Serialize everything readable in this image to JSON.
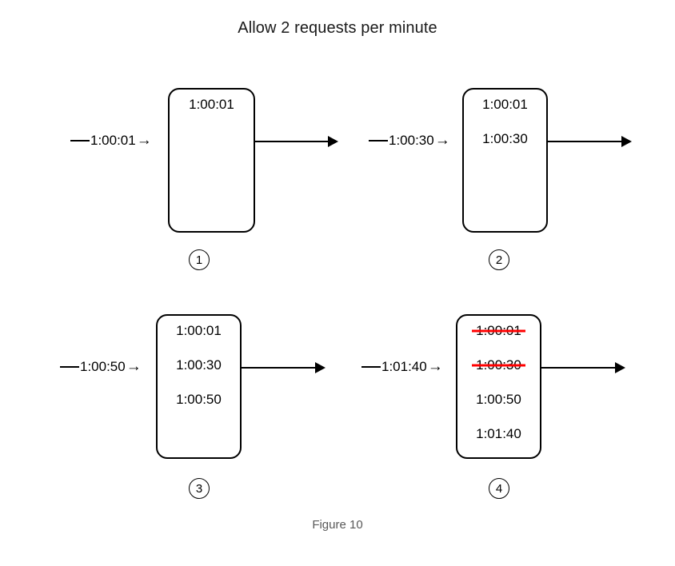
{
  "figure": {
    "title": "Allow 2 requests per minute",
    "caption": "Figure 10",
    "accent_strike_color": "#ff0000",
    "line_color": "#000000",
    "background": "#ffffff"
  },
  "panels": [
    {
      "step": "1",
      "incoming": {
        "dash": "—",
        "label": "1:00:01",
        "tip": "→"
      },
      "entries": [
        {
          "time": "1:00:01",
          "struck": false
        }
      ],
      "outgoing": {
        "label": ""
      }
    },
    {
      "step": "2",
      "incoming": {
        "dash": "—",
        "label": "1:00:30",
        "tip": "→"
      },
      "entries": [
        {
          "time": "1:00:01",
          "struck": false
        },
        {
          "time": "1:00:30",
          "struck": false
        }
      ],
      "outgoing": {
        "label": ""
      }
    },
    {
      "step": "3",
      "incoming": {
        "dash": "—",
        "label": "1:00:50",
        "tip": "→"
      },
      "entries": [
        {
          "time": "1:00:01",
          "struck": false
        },
        {
          "time": "1:00:30",
          "struck": false
        },
        {
          "time": "1:00:50",
          "struck": false
        }
      ],
      "outgoing": {
        "label": ""
      }
    },
    {
      "step": "4",
      "incoming": {
        "dash": "—",
        "label": "1:01:40",
        "tip": "→"
      },
      "entries": [
        {
          "time": "1:00:01",
          "struck": true
        },
        {
          "time": "1:00:30",
          "struck": true
        },
        {
          "time": "1:00:50",
          "struck": false
        },
        {
          "time": "1:01:40",
          "struck": false
        }
      ],
      "outgoing": {
        "label": ""
      }
    }
  ]
}
